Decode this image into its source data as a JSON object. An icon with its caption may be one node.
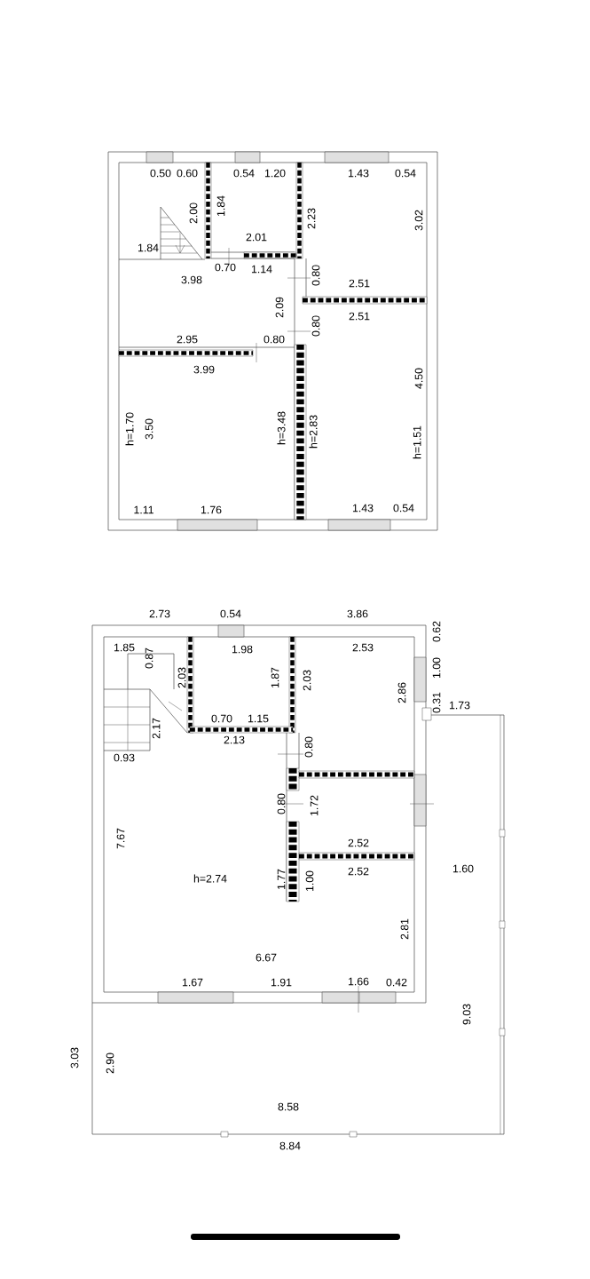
{
  "diagram": {
    "labels": [
      "0.50",
      "0.60",
      "0.54",
      "1.20",
      "1.43",
      "0.54",
      "2.00",
      "1.84",
      "2.23",
      "3.02",
      "2.01",
      "1.84",
      "0.70",
      "1.14",
      "3.98",
      "0.80",
      "2.51",
      "2.09",
      "2.51",
      "0.80",
      "2.95",
      "0.80",
      "3.99",
      "h=1.70",
      "3.50",
      "h=3.48",
      "h=2.83",
      "4.50",
      "h=1.51",
      "1.11",
      "1.76",
      "1.43",
      "0.54",
      "2.73",
      "0.54",
      "3.86",
      "0.62",
      "1.85",
      "1.98",
      "2.53",
      "0.87",
      "2.03",
      "1.87",
      "2.03",
      "1.00",
      "2.86",
      "0.31",
      "1.73",
      "2.17",
      "0.70",
      "1.15",
      "2.13",
      "0.93",
      "0.80",
      "0.80",
      "1.72",
      "7.67",
      "2.52",
      "h=2.74",
      "1.77",
      "1.00",
      "2.52",
      "1.60",
      "2.81",
      "6.67",
      "1.67",
      "1.91",
      "1.66",
      "0.42",
      "9.03",
      "3.03",
      "2.90",
      "8.58",
      "8.84"
    ]
  }
}
